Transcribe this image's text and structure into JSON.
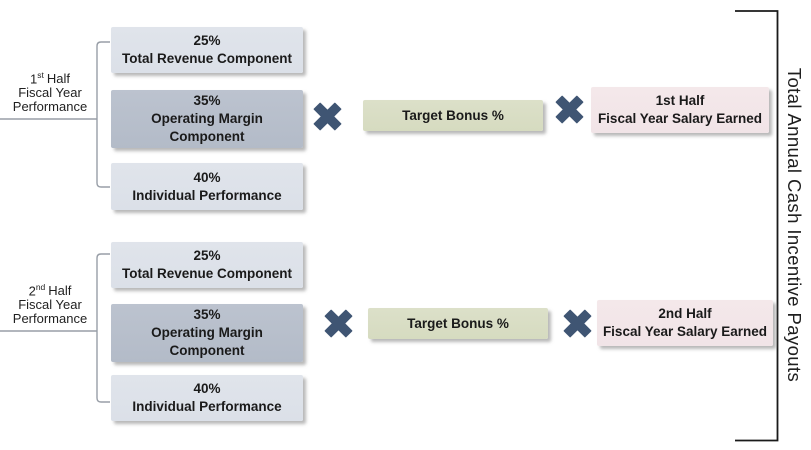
{
  "right_label": "Total Annual Cash Incentive Payouts",
  "colors": {
    "box_light": "#dee3ea",
    "box_dark": "#b8c0cc",
    "box_sage": "#d9dec4",
    "box_pink": "#f3e7e9",
    "multiply_x": "#3F5573",
    "connector_line": "#989ea7",
    "bracket_line": "#1a1a1a"
  },
  "groups": [
    {
      "label": {
        "num": "1",
        "ord": "st",
        "half": "Half",
        "line2": "Fiscal Year",
        "line3": "Performance"
      },
      "boxes": [
        {
          "pct": "25%",
          "name": "Total Revenue Component"
        },
        {
          "pct": "35%",
          "name": "Operating Margin Component"
        },
        {
          "pct": "40%",
          "name": "Individual Performance"
        }
      ],
      "bonus_label": "Target Bonus %",
      "salary": {
        "line1": "1st Half",
        "line2": "Fiscal Year Salary Earned"
      }
    },
    {
      "label": {
        "num": "2",
        "ord": "nd",
        "half": "Half",
        "line2": "Fiscal Year",
        "line3": "Performance"
      },
      "boxes": [
        {
          "pct": "25%",
          "name": "Total Revenue Component"
        },
        {
          "pct": "35%",
          "name": "Operating Margin Component"
        },
        {
          "pct": "40%",
          "name": "Individual Performance"
        }
      ],
      "bonus_label": "Target Bonus %",
      "salary": {
        "line1": "2nd Half",
        "line2": "Fiscal Year Salary Earned"
      }
    }
  ]
}
